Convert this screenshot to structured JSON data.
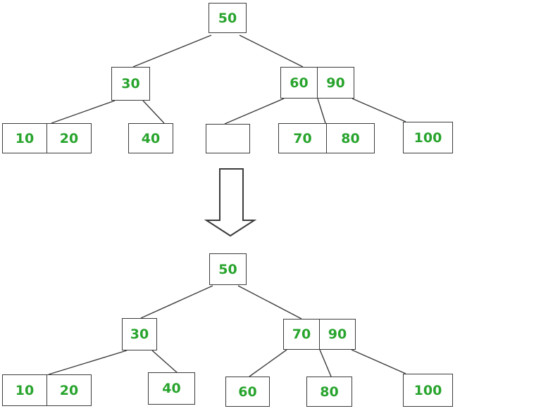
{
  "colors": {
    "key_text": "#28a42d",
    "box_border": "#3b3b3b",
    "edge": "#3b3b3b",
    "background": "#ffffff"
  },
  "before_tree": {
    "root": {
      "keys": [
        "50"
      ]
    },
    "level2": [
      {
        "keys": [
          "30"
        ]
      },
      {
        "keys": [
          "60",
          "90"
        ]
      }
    ],
    "leaves": [
      {
        "keys": [
          "10",
          "20"
        ]
      },
      {
        "keys": [
          "40"
        ]
      },
      {
        "keys": [
          ""
        ]
      },
      {
        "keys": [
          "70",
          "80"
        ]
      },
      {
        "keys": [
          "100"
        ]
      }
    ]
  },
  "arrow": {
    "direction": "down"
  },
  "after_tree": {
    "root": {
      "keys": [
        "50"
      ]
    },
    "level2": [
      {
        "keys": [
          "30"
        ]
      },
      {
        "keys": [
          "70",
          "90"
        ]
      }
    ],
    "leaves": [
      {
        "keys": [
          "10",
          "20"
        ]
      },
      {
        "keys": [
          "40"
        ]
      },
      {
        "keys": [
          "60"
        ]
      },
      {
        "keys": [
          "80"
        ]
      },
      {
        "keys": [
          "100"
        ]
      }
    ]
  }
}
